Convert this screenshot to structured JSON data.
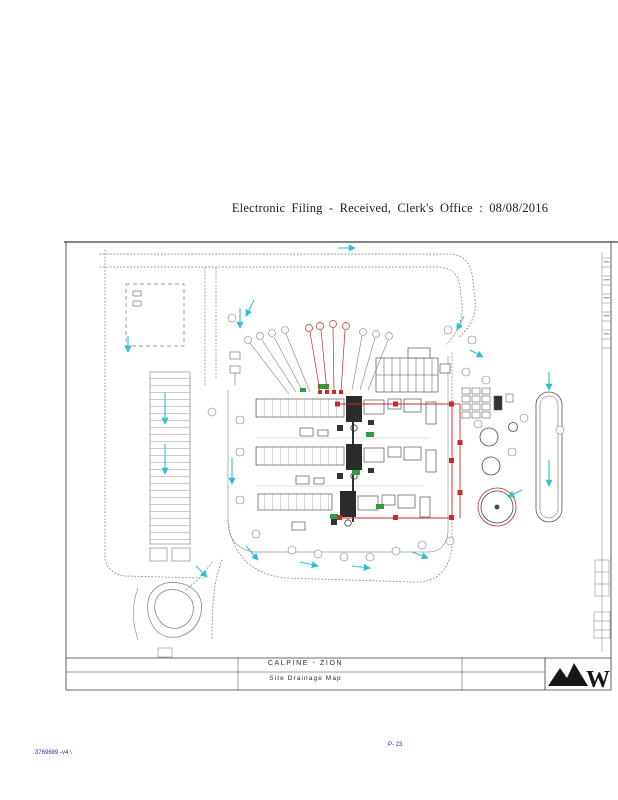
{
  "header": {
    "filing_text": "Electronic Filing - Received, Clerk's Office : 08/08/2016"
  },
  "title_block": {
    "project": "CALPINE -  ZION",
    "sheet_title": "Site Drainage Map"
  },
  "logo": {
    "letter": "W"
  },
  "footer": {
    "document_number": "3769689  -v4 \\",
    "page_number": "P- 23"
  },
  "colors": {
    "drainage_arrow_cyan": "#35bdd3",
    "fire_line_red": "#c92a2a",
    "equipment_green": "#2f9e3f",
    "footer_text_blue": "#2a2ac4",
    "drawing_line_gray": "#555555"
  },
  "icons": {
    "flow-arrow-icon": "→",
    "mountain-logo-icon": "▲"
  }
}
